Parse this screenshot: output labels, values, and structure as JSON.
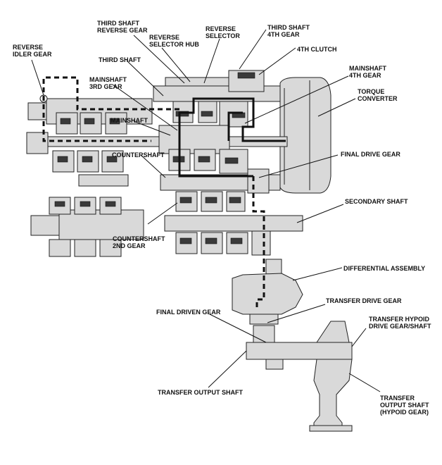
{
  "labels": {
    "reverse_idler_gear": [
      "REVERSE",
      "IDLER GEAR"
    ],
    "third_shaft_reverse_gear": [
      "THIRD SHAFT",
      "REVERSE GEAR"
    ],
    "reverse_selector_hub": [
      "REVERSE",
      "SELECTOR HUB"
    ],
    "reverse_selector": [
      "REVERSE",
      "SELECTOR"
    ],
    "third_shaft_4th_gear": [
      "THIRD SHAFT",
      "4TH GEAR"
    ],
    "fourth_clutch": [
      "4TH CLUTCH"
    ],
    "third_shaft": [
      "THIRD SHAFT"
    ],
    "mainshaft_4th_gear": [
      "MAINSHAFT",
      "4TH GEAR"
    ],
    "mainshaft_3rd_gear": [
      "MAINSHAFT",
      "3RD GEAR"
    ],
    "torque_converter": [
      "TORQUE",
      "CONVERTER"
    ],
    "mainshaft": [
      "MAINSHAFT"
    ],
    "final_drive_gear": [
      "FINAL DRIVE GEAR"
    ],
    "countershaft": [
      "COUNTERSHAFT"
    ],
    "secondary_shaft": [
      "SECONDARY SHAFT"
    ],
    "countershaft_2nd_gear": [
      "COUNTERSHAFT",
      "2ND GEAR"
    ],
    "differential_assembly": [
      "DIFFERENTIAL ASSEMBLY"
    ],
    "transfer_drive_gear": [
      "TRANSFER DRIVE GEAR"
    ],
    "final_driven_gear": [
      "FINAL DRIVEN GEAR"
    ],
    "transfer_hypoid_drive_gear_shaft": [
      "TRANSFER HYPOID",
      "DRIVE GEAR/SHAFT"
    ],
    "transfer_output_shaft": [
      "TRANSFER OUTPUT SHAFT"
    ],
    "transfer_output_shaft_hypoid": [
      "TRANSFER",
      "OUTPUT SHAFT",
      "(HYPOID GEAR)"
    ]
  }
}
